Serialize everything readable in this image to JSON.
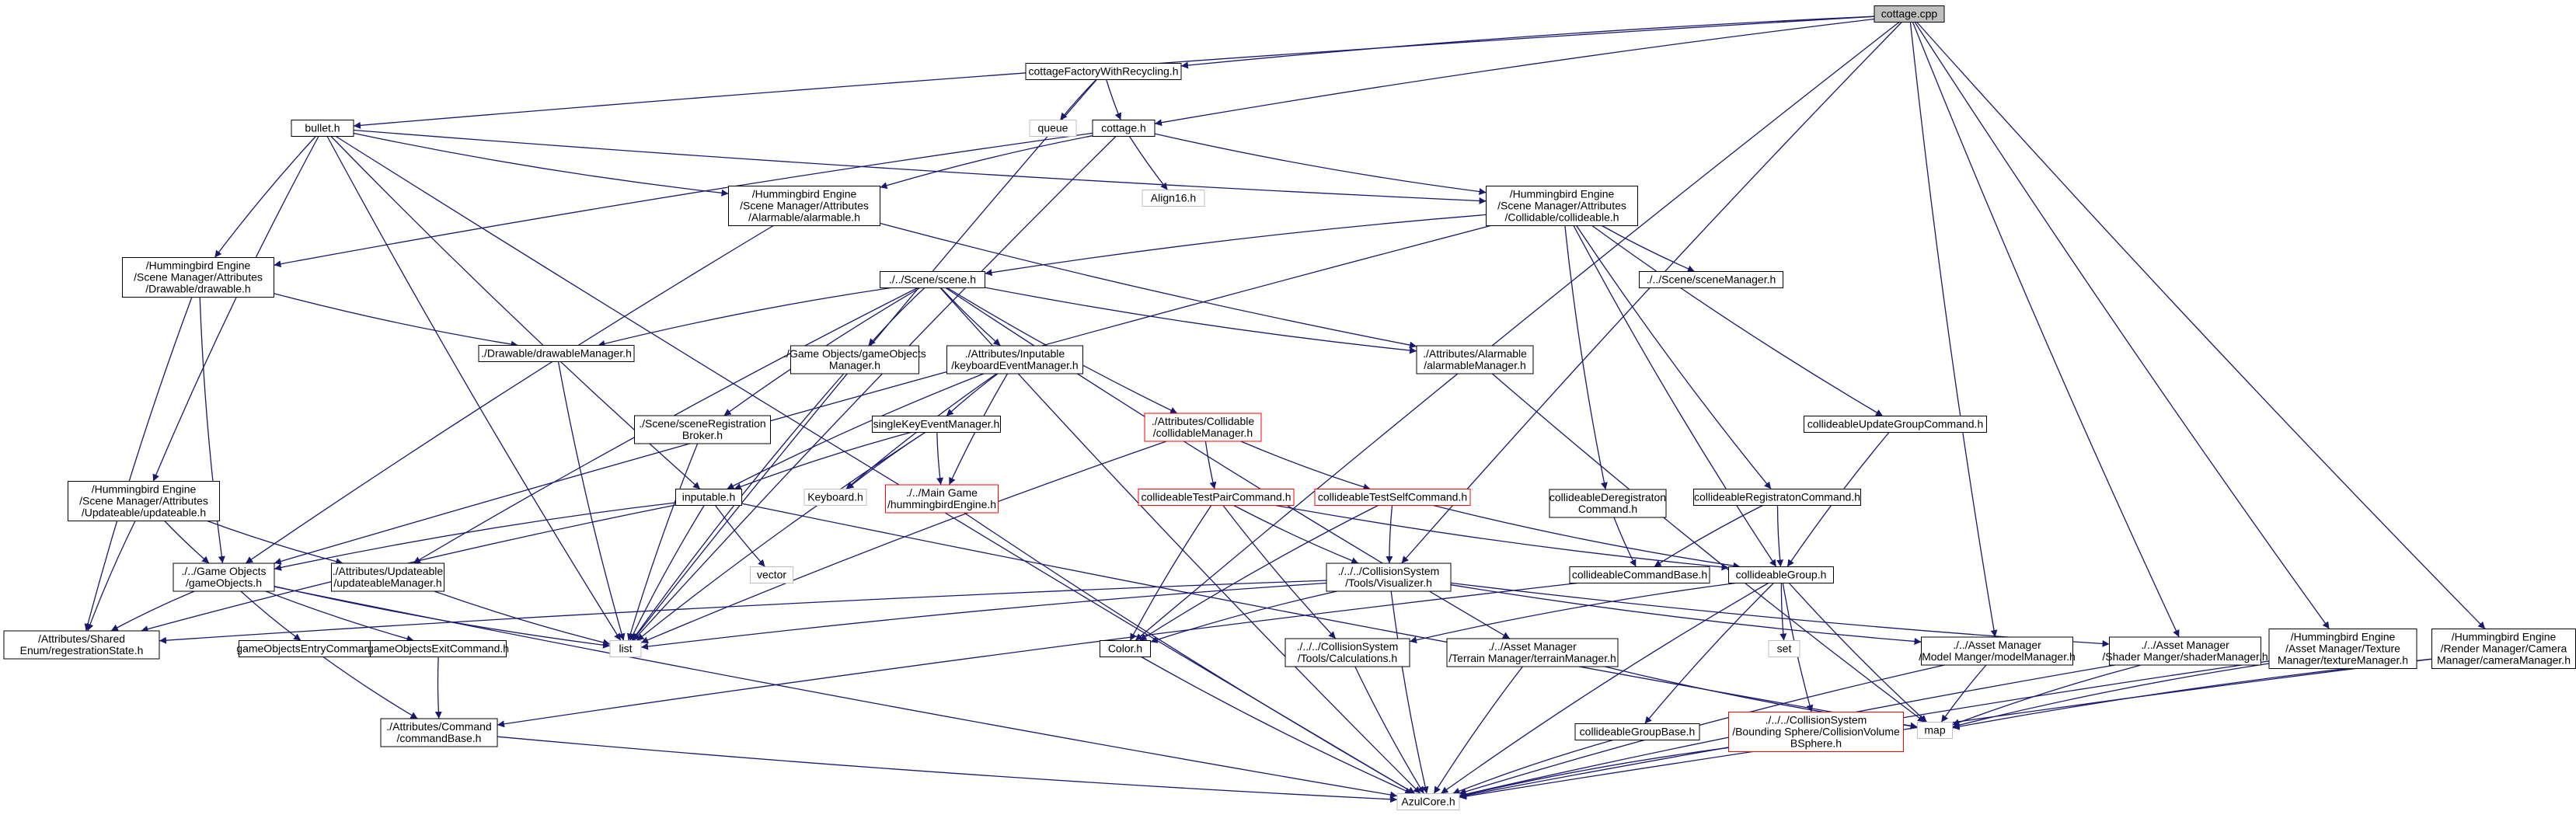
{
  "colors": {
    "edge": "#191970",
    "root_fill": "#bfbfbf",
    "node_border": "#000000",
    "missing_border": "#bfbfbf",
    "red_border": "#ff0000",
    "text": "#000000",
    "background": "#ffffff"
  },
  "diagram": {
    "nodes": [
      {
        "id": "cottage_cpp",
        "lines": [
          "cottage.cpp"
        ],
        "kind": "root"
      },
      {
        "id": "cfwr",
        "lines": [
          "cottageFactoryWithRecycling.h"
        ],
        "kind": "normal"
      },
      {
        "id": "bullet",
        "lines": [
          "bullet.h"
        ],
        "kind": "normal"
      },
      {
        "id": "queue",
        "lines": [
          "queue"
        ],
        "kind": "missing"
      },
      {
        "id": "cottage_h",
        "lines": [
          "cottage.h"
        ],
        "kind": "normal"
      },
      {
        "id": "align16",
        "lines": [
          "Align16.h"
        ],
        "kind": "missing"
      },
      {
        "id": "alarmable",
        "lines": [
          "/Hummingbird Engine",
          "/Scene Manager/Attributes",
          "/Alarmable/alarmable.h"
        ],
        "kind": "normal"
      },
      {
        "id": "collideable",
        "lines": [
          "/Hummingbird Engine",
          "/Scene Manager/Attributes",
          "/Collidable/collideable.h"
        ],
        "kind": "normal"
      },
      {
        "id": "drawable",
        "lines": [
          "/Hummingbird Engine",
          "/Scene Manager/Attributes",
          "/Drawable/drawable.h"
        ],
        "kind": "normal"
      },
      {
        "id": "scene",
        "lines": [
          "./../Scene/scene.h"
        ],
        "kind": "normal"
      },
      {
        "id": "sceneManager",
        "lines": [
          "./../Scene/sceneManager.h"
        ],
        "kind": "normal"
      },
      {
        "id": "drawableManager",
        "lines": [
          "./Drawable/drawableManager.h"
        ],
        "kind": "normal"
      },
      {
        "id": "goManager",
        "lines": [
          "./Game Objects/gameObjects",
          "Manager.h"
        ],
        "kind": "normal"
      },
      {
        "id": "kbEventManager",
        "lines": [
          "./Attributes/Inputable",
          "/keyboardEventManager.h"
        ],
        "kind": "normal"
      },
      {
        "id": "alarmableManager",
        "lines": [
          "./Attributes/Alarmable",
          "/alarmableManager.h"
        ],
        "kind": "normal"
      },
      {
        "id": "updateGroupCmd",
        "lines": [
          "collideableUpdateGroupCommand.h"
        ],
        "kind": "normal"
      },
      {
        "id": "collidableManager",
        "lines": [
          "./Attributes/Collidable",
          "/collidableManager.h"
        ],
        "kind": "red"
      },
      {
        "id": "singleKey",
        "lines": [
          "singleKeyEventManager.h"
        ],
        "kind": "normal"
      },
      {
        "id": "sceneRegBroker",
        "lines": [
          "./Scene/sceneRegistration",
          "Broker.h"
        ],
        "kind": "normal"
      },
      {
        "id": "updateable",
        "lines": [
          "/Hummingbird Engine",
          "/Scene Manager/Attributes",
          "/Updateable/updateable.h"
        ],
        "kind": "normal"
      },
      {
        "id": "keyboard",
        "lines": [
          "Keyboard.h"
        ],
        "kind": "missing"
      },
      {
        "id": "hummingbird",
        "lines": [
          "./../Main Game",
          "/hummingbirdEngine.h"
        ],
        "kind": "red"
      },
      {
        "id": "testPair",
        "lines": [
          "collideableTestPairCommand.h"
        ],
        "kind": "red"
      },
      {
        "id": "testSelf",
        "lines": [
          "collideableTestSelfCommand.h"
        ],
        "kind": "red"
      },
      {
        "id": "deregCmd",
        "lines": [
          "collideableDeregistraton",
          "Command.h"
        ],
        "kind": "normal"
      },
      {
        "id": "regCmd",
        "lines": [
          "collideableRegistratonCommand.h"
        ],
        "kind": "normal"
      },
      {
        "id": "inputable",
        "lines": [
          "inputable.h"
        ],
        "kind": "normal"
      },
      {
        "id": "vector",
        "lines": [
          "vector"
        ],
        "kind": "missing"
      },
      {
        "id": "gameObjects",
        "lines": [
          "./../Game Objects",
          "/gameObjects.h"
        ],
        "kind": "normal"
      },
      {
        "id": "updateableManager",
        "lines": [
          "./Attributes/Updateable",
          "/updateableManager.h"
        ],
        "kind": "normal"
      },
      {
        "id": "visualizer",
        "lines": [
          "./../../CollisionSystem",
          "/Tools/Visualizer.h"
        ],
        "kind": "normal"
      },
      {
        "id": "cmdBase",
        "lines": [
          "collideableCommandBase.h"
        ],
        "kind": "normal"
      },
      {
        "id": "collGroup",
        "lines": [
          "collideableGroup.h"
        ],
        "kind": "normal"
      },
      {
        "id": "regState",
        "lines": [
          "/Attributes/Shared",
          "Enum/regestrationState.h"
        ],
        "kind": "normal"
      },
      {
        "id": "list",
        "lines": [
          "list"
        ],
        "kind": "missing"
      },
      {
        "id": "color",
        "lines": [
          "Color.h"
        ],
        "kind": "normal"
      },
      {
        "id": "calculations",
        "lines": [
          "./../../CollisionSystem",
          "/Tools/Calculations.h"
        ],
        "kind": "normal"
      },
      {
        "id": "terrainManager",
        "lines": [
          "./../Asset Manager",
          "/Terrain Manager/terrainManager.h"
        ],
        "kind": "normal"
      },
      {
        "id": "modelManager",
        "lines": [
          "./../Asset Manager",
          "/Model Manger/modelManager.h"
        ],
        "kind": "normal"
      },
      {
        "id": "shaderManager",
        "lines": [
          "./../Asset Manager",
          "/Shader Manger/shaderManager.h"
        ],
        "kind": "normal"
      },
      {
        "id": "set",
        "lines": [
          "set"
        ],
        "kind": "missing"
      },
      {
        "id": "textureManager",
        "lines": [
          "/Hummingbird Engine",
          "/Asset Manager/Texture",
          "Manager/textureManager.h"
        ],
        "kind": "normal"
      },
      {
        "id": "cameraManager",
        "lines": [
          "/Hummingbird Engine",
          "/Render Manager/Camera",
          "Manager/cameraManager.h"
        ],
        "kind": "normal"
      },
      {
        "id": "goEntry",
        "lines": [
          "gameObjectsEntryCommand.h"
        ],
        "kind": "normal"
      },
      {
        "id": "goExit",
        "lines": [
          "gameObjectsExitCommand.h"
        ],
        "kind": "normal"
      },
      {
        "id": "map",
        "lines": [
          "map"
        ],
        "kind": "missing"
      },
      {
        "id": "groupBase",
        "lines": [
          "collideableGroupBase.h"
        ],
        "kind": "normal"
      },
      {
        "id": "bsphere",
        "lines": [
          "./../../CollisionSystem",
          "/Bounding Sphere/CollisionVolume",
          "BSphere.h"
        ],
        "kind": "red"
      },
      {
        "id": "commandBase",
        "lines": [
          "./Attributes/Command",
          "/commandBase.h"
        ],
        "kind": "normal"
      },
      {
        "id": "azulcore",
        "lines": [
          "AzulCore.h"
        ],
        "kind": "missing"
      }
    ],
    "edges": [
      [
        "cottage_cpp",
        "cfwr"
      ],
      [
        "cottage_cpp",
        "bullet"
      ],
      [
        "cottage_cpp",
        "cottage_h"
      ],
      [
        "cottage_cpp",
        "visualizer"
      ],
      [
        "cottage_cpp",
        "color"
      ],
      [
        "cottage_cpp",
        "modelManager"
      ],
      [
        "cottage_cpp",
        "shaderManager"
      ],
      [
        "cottage_cpp",
        "textureManager"
      ],
      [
        "cottage_cpp",
        "cameraManager"
      ],
      [
        "cfwr",
        "queue"
      ],
      [
        "cfwr",
        "cottage_h"
      ],
      [
        "cfwr",
        "list"
      ],
      [
        "bullet",
        "alarmable"
      ],
      [
        "bullet",
        "collideable"
      ],
      [
        "bullet",
        "drawable"
      ],
      [
        "bullet",
        "updateable"
      ],
      [
        "bullet",
        "inputable"
      ],
      [
        "bullet",
        "list"
      ],
      [
        "bullet",
        "azulcore"
      ],
      [
        "cottage_h",
        "align16"
      ],
      [
        "cottage_h",
        "alarmable"
      ],
      [
        "cottage_h",
        "collideable"
      ],
      [
        "cottage_h",
        "drawable"
      ],
      [
        "cottage_h",
        "list"
      ],
      [
        "alarmable",
        "alarmableManager"
      ],
      [
        "alarmable",
        "gameObjects"
      ],
      [
        "collideable",
        "scene"
      ],
      [
        "collideable",
        "sceneManager"
      ],
      [
        "collideable",
        "updateGroupCmd"
      ],
      [
        "collideable",
        "deregCmd"
      ],
      [
        "collideable",
        "regCmd"
      ],
      [
        "collideable",
        "collGroup"
      ],
      [
        "collideable",
        "gameObjects"
      ],
      [
        "drawable",
        "drawableManager"
      ],
      [
        "drawable",
        "gameObjects"
      ],
      [
        "drawable",
        "regState"
      ],
      [
        "scene",
        "drawableManager"
      ],
      [
        "scene",
        "goManager"
      ],
      [
        "scene",
        "kbEventManager"
      ],
      [
        "scene",
        "alarmableManager"
      ],
      [
        "scene",
        "collidableManager"
      ],
      [
        "scene",
        "sceneRegBroker"
      ],
      [
        "scene",
        "updateableManager"
      ],
      [
        "scene",
        "terrainManager"
      ],
      [
        "scene",
        "azulcore"
      ],
      [
        "drawableManager",
        "list"
      ],
      [
        "goManager",
        "list"
      ],
      [
        "kbEventManager",
        "singleKey"
      ],
      [
        "kbEventManager",
        "keyboard"
      ],
      [
        "kbEventManager",
        "hummingbird"
      ],
      [
        "kbEventManager",
        "inputable"
      ],
      [
        "alarmableManager",
        "map"
      ],
      [
        "updateGroupCmd",
        "collGroup"
      ],
      [
        "collidableManager",
        "testPair"
      ],
      [
        "collidableManager",
        "testSelf"
      ],
      [
        "collidableManager",
        "list"
      ],
      [
        "singleKey",
        "inputable"
      ],
      [
        "singleKey",
        "keyboard"
      ],
      [
        "singleKey",
        "hummingbird"
      ],
      [
        "singleKey",
        "list"
      ],
      [
        "sceneRegBroker",
        "list"
      ],
      [
        "updateable",
        "gameObjects"
      ],
      [
        "updateable",
        "updateableManager"
      ],
      [
        "updateable",
        "regState"
      ],
      [
        "hummingbird",
        "azulcore"
      ],
      [
        "testPair",
        "visualizer"
      ],
      [
        "testPair",
        "calculations"
      ],
      [
        "testPair",
        "color"
      ],
      [
        "testPair",
        "collGroup"
      ],
      [
        "testSelf",
        "visualizer"
      ],
      [
        "testSelf",
        "color"
      ],
      [
        "testSelf",
        "collGroup"
      ],
      [
        "deregCmd",
        "cmdBase"
      ],
      [
        "regCmd",
        "cmdBase"
      ],
      [
        "regCmd",
        "collGroup"
      ],
      [
        "inputable",
        "vector"
      ],
      [
        "inputable",
        "list"
      ],
      [
        "inputable",
        "map"
      ],
      [
        "inputable",
        "gameObjects"
      ],
      [
        "inputable",
        "regState"
      ],
      [
        "gameObjects",
        "list"
      ],
      [
        "gameObjects",
        "regState"
      ],
      [
        "gameObjects",
        "goEntry"
      ],
      [
        "gameObjects",
        "goExit"
      ],
      [
        "gameObjects",
        "azulcore"
      ],
      [
        "updateableManager",
        "list"
      ],
      [
        "visualizer",
        "list"
      ],
      [
        "visualizer",
        "color"
      ],
      [
        "visualizer",
        "azulcore"
      ],
      [
        "visualizer",
        "modelManager"
      ],
      [
        "visualizer",
        "shaderManager"
      ],
      [
        "visualizer",
        "regState"
      ],
      [
        "cmdBase",
        "commandBase"
      ],
      [
        "collGroup",
        "calculations"
      ],
      [
        "collGroup",
        "set"
      ],
      [
        "collGroup",
        "map"
      ],
      [
        "collGroup",
        "groupBase"
      ],
      [
        "collGroup",
        "bsphere"
      ],
      [
        "collGroup",
        "azulcore"
      ],
      [
        "color",
        "azulcore"
      ],
      [
        "calculations",
        "azulcore"
      ],
      [
        "terrainManager",
        "map"
      ],
      [
        "terrainManager",
        "azulcore"
      ],
      [
        "modelManager",
        "map"
      ],
      [
        "modelManager",
        "azulcore"
      ],
      [
        "shaderManager",
        "map"
      ],
      [
        "shaderManager",
        "azulcore"
      ],
      [
        "textureManager",
        "map"
      ],
      [
        "textureManager",
        "azulcore"
      ],
      [
        "cameraManager",
        "map"
      ],
      [
        "cameraManager",
        "azulcore"
      ],
      [
        "goEntry",
        "commandBase"
      ],
      [
        "goExit",
        "commandBase"
      ],
      [
        "groupBase",
        "azulcore"
      ],
      [
        "bsphere",
        "azulcore"
      ],
      [
        "commandBase",
        "azulcore"
      ]
    ]
  }
}
